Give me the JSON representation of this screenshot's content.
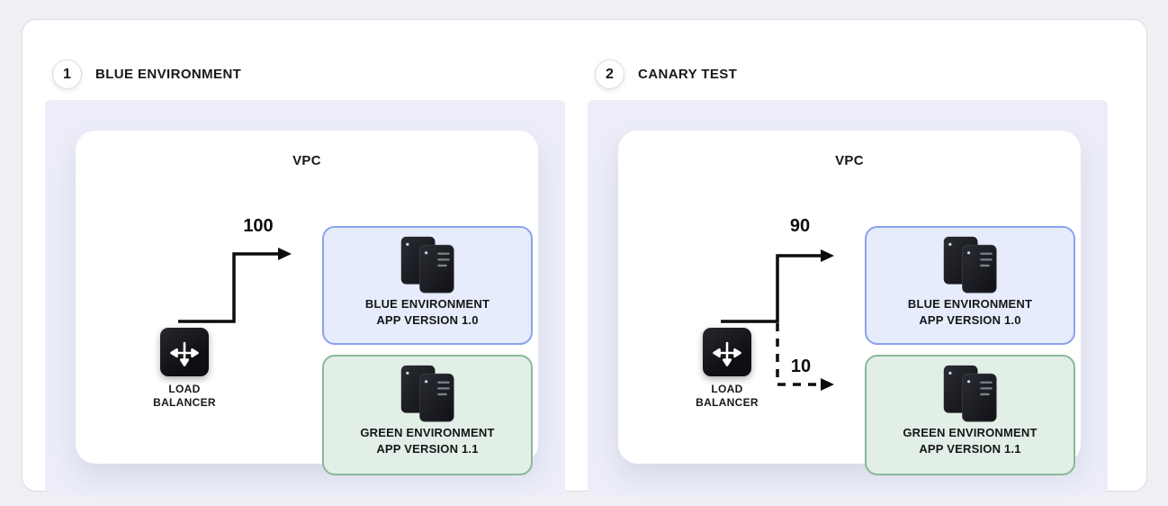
{
  "colors": {
    "page_bg": "#eef0f4",
    "card_bg": "#ffffff",
    "panel_bg": "#ecedf8",
    "blue_box_bg": "#e6ecfb",
    "blue_box_border": "#8aa2ee",
    "green_box_bg": "#e2efe7",
    "green_box_border": "#87b998",
    "arrow": "#0b0c0e"
  },
  "panels": [
    {
      "number": "1",
      "title": "BLUE ENVIRONMENT",
      "vpc_label": "VPC",
      "load_balancer": {
        "line1": "LOAD",
        "line2": "BALANCER"
      },
      "blue_box": {
        "line1": "BLUE ENVIRONMENT",
        "line2": "APP VERSION 1.0"
      },
      "green_box": {
        "line1": "GREEN ENVIRONMENT",
        "line2": "APP VERSION 1.1"
      },
      "traffic": {
        "to_blue": "100"
      }
    },
    {
      "number": "2",
      "title": "CANARY TEST",
      "vpc_label": "VPC",
      "load_balancer": {
        "line1": "LOAD",
        "line2": "BALANCER"
      },
      "blue_box": {
        "line1": "BLUE ENVIRONMENT",
        "line2": "APP VERSION 1.0"
      },
      "green_box": {
        "line1": "GREEN ENVIRONMENT",
        "line2": "APP VERSION 1.1"
      },
      "traffic": {
        "to_blue": "90",
        "to_green": "10"
      }
    }
  ]
}
